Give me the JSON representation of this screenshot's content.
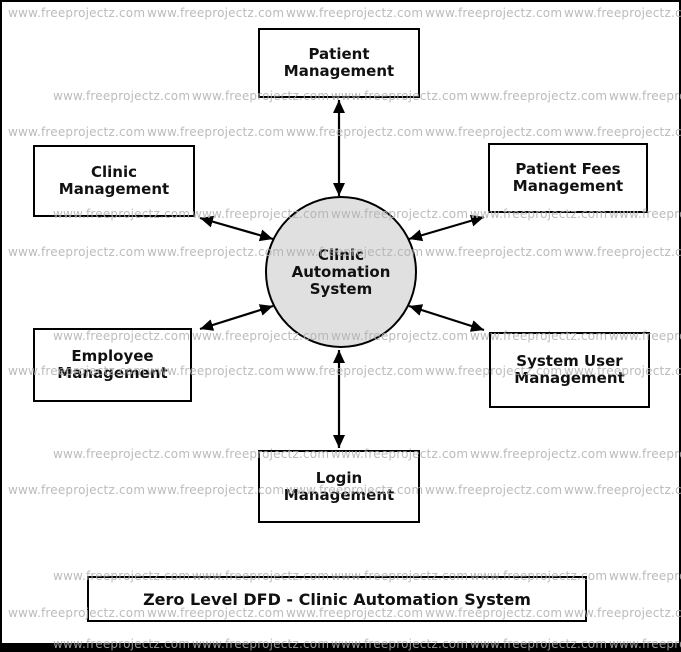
{
  "diagram": {
    "title": "Zero Level DFD - Clinic Automation System",
    "process": {
      "name": "Clinic Automation System",
      "label": "Clinic\nAutomation\nSystem",
      "fill": "#e0e0e0"
    },
    "entities": [
      {
        "name": "patient-management",
        "label": "Patient\nManagement"
      },
      {
        "name": "clinic-management",
        "label": "Clinic\nManagement"
      },
      {
        "name": "patient-fees-management",
        "label": "Patient Fees\nManagement"
      },
      {
        "name": "employee-management",
        "label": "Employee\nManagement"
      },
      {
        "name": "system-user-management",
        "label": "System User\nManagement"
      },
      {
        "name": "login-management",
        "label": "Login\nManagement"
      }
    ],
    "connector_color": "#000000"
  },
  "watermark": {
    "text": "www.freeprojectz.com",
    "color": "#b0b0b0"
  }
}
